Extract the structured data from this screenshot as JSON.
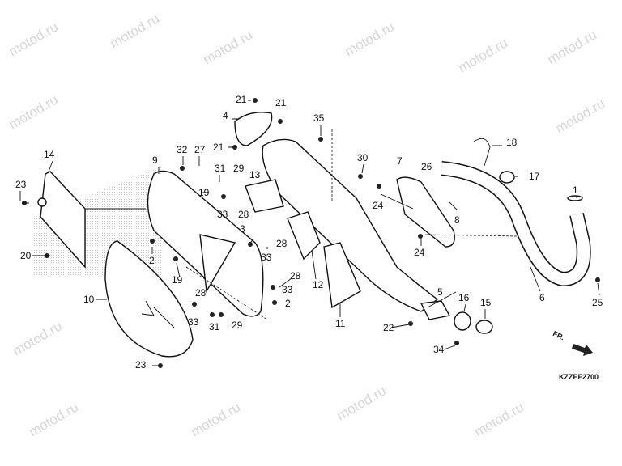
{
  "watermark": "motod.ru",
  "diagram_code": "KZZEF2700",
  "front_arrow_label": "FR.",
  "callouts": [
    "21",
    "21",
    "4",
    "21",
    "35",
    "30",
    "7",
    "26",
    "18",
    "17",
    "1",
    "14",
    "23",
    "32",
    "27",
    "9",
    "31",
    "29",
    "19",
    "13",
    "33",
    "28",
    "3",
    "24",
    "8",
    "24",
    "2",
    "28",
    "33",
    "20",
    "19",
    "12",
    "28",
    "33",
    "2",
    "10",
    "5",
    "6",
    "25",
    "16",
    "15",
    "28",
    "33",
    "31",
    "29",
    "11",
    "22",
    "34",
    "23"
  ]
}
